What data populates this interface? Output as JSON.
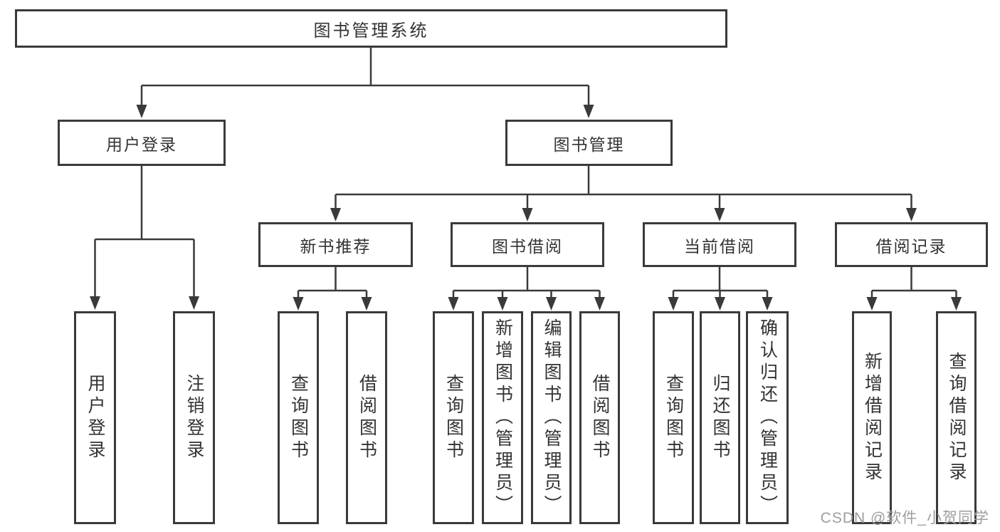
{
  "diagram": {
    "type": "hierarchy",
    "levels": 4
  },
  "nodes": {
    "root": {
      "label": "图书管理系统"
    },
    "user_login_group": {
      "label": "用户登录"
    },
    "book_mgmt": {
      "label": "图书管理"
    },
    "new_book_rec": {
      "label": "新书推荐"
    },
    "book_borrow": {
      "label": "图书借阅"
    },
    "current_borrow": {
      "label": "当前借阅"
    },
    "borrow_records": {
      "label": "借阅记录"
    },
    "user_login": {
      "label": "用户登录"
    },
    "logout": {
      "label": "注销登录"
    },
    "rec_query_books": {
      "label": "查询图书"
    },
    "rec_borrow_books": {
      "label": "借阅图书"
    },
    "bb_query_books": {
      "label": "查询图书"
    },
    "bb_add_books": {
      "label": "新增图书（管理员）"
    },
    "bb_edit_books": {
      "label": "编辑图书（管理员）"
    },
    "bb_borrow_books": {
      "label": "借阅图书"
    },
    "cb_query_books": {
      "label": "查询图书"
    },
    "cb_return_books": {
      "label": "归还图书"
    },
    "cb_confirm_return": {
      "label": "确认归还（管理员）"
    },
    "br_add_record": {
      "label": "新增借阅记录"
    },
    "br_query_record": {
      "label": "查询借阅记录"
    }
  },
  "watermark": {
    "text": "CSDN @软件_小贺同学"
  },
  "colors": {
    "line": "#3a3a3a",
    "text": "#333333",
    "background": "#ffffff",
    "watermark": "#9e9e9e"
  }
}
